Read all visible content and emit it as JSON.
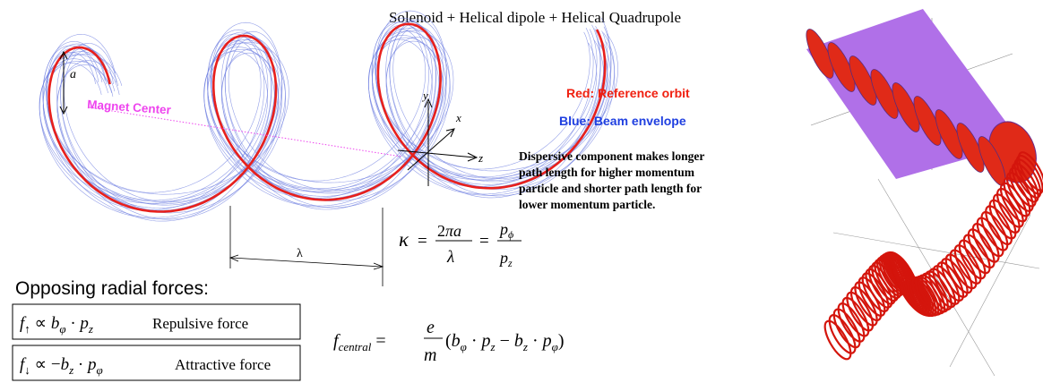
{
  "title": "Solenoid + Helical dipole + Helical Quadrupole",
  "labels": {
    "a": "a",
    "magnet_center": "Magnet Center",
    "lambda": "λ",
    "axis_y": "y",
    "axis_x": "x",
    "axis_z": "z"
  },
  "legend": {
    "red": "Red: Reference orbit",
    "blue": "Blue: Beam envelope"
  },
  "description": [
    "Dispersive component makes longer",
    "path length for higher momentum",
    "particle and shorter path length for",
    "lower momentum particle."
  ],
  "forces_heading": "Opposing radial forces:",
  "force_repulsive_label": "Repulsive force",
  "force_attractive_label": "Attractive force",
  "colors": {
    "reference_orbit": "#e8201c",
    "beam_envelope": "#6f7fe0",
    "magnet_center": "#ee44ee",
    "legend_red": "#f02010",
    "legend_blue": "#1f3fe0",
    "cylinder_fill": "#b070e8"
  }
}
